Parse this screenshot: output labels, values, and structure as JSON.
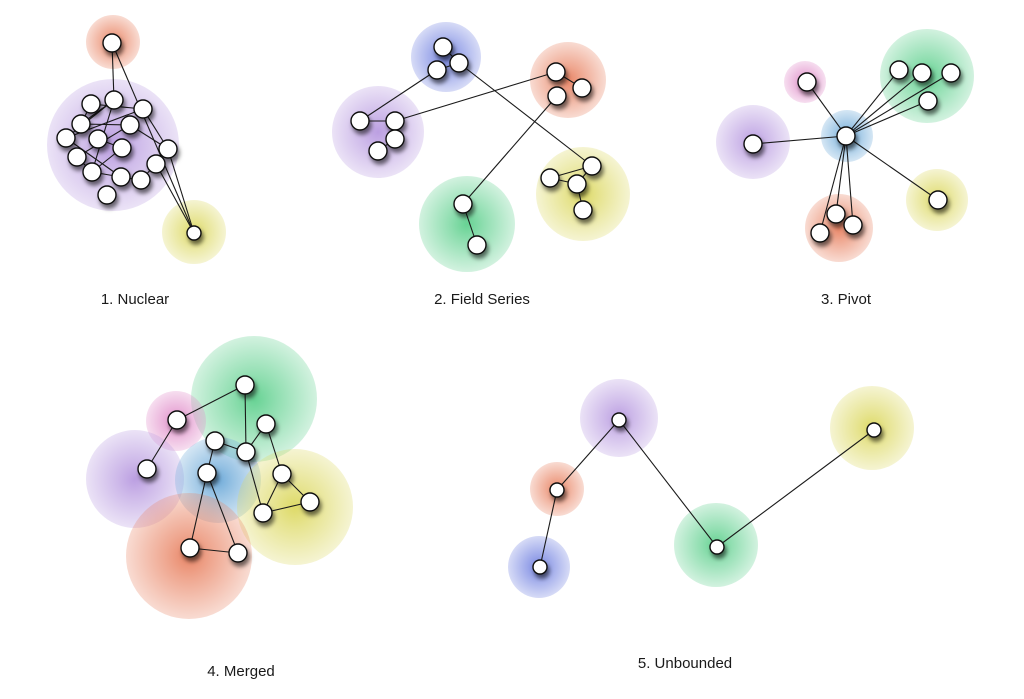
{
  "colors": {
    "red": "#e8805f",
    "blue": "#6f7fe0",
    "green": "#5fd08e",
    "yellow": "#dcd860",
    "purple": "#b89ae0",
    "pink": "#e08ac8",
    "lightblue": "#6aa8d8"
  },
  "diagrams": [
    {
      "caption": "1. Nuclear",
      "clusters": [
        {
          "color": "red"
        },
        {
          "color": "purple"
        },
        {
          "color": "yellow"
        }
      ]
    },
    {
      "caption": "2. Field Series",
      "clusters": [
        {
          "color": "blue"
        },
        {
          "color": "red"
        },
        {
          "color": "purple"
        },
        {
          "color": "yellow"
        },
        {
          "color": "green"
        }
      ]
    },
    {
      "caption": "3. Pivot",
      "clusters": [
        {
          "color": "pink"
        },
        {
          "color": "green"
        },
        {
          "color": "purple"
        },
        {
          "color": "lightblue"
        },
        {
          "color": "yellow"
        },
        {
          "color": "red"
        }
      ]
    },
    {
      "caption": "4. Merged",
      "clusters": [
        {
          "color": "green"
        },
        {
          "color": "pink"
        },
        {
          "color": "purple"
        },
        {
          "color": "lightblue"
        },
        {
          "color": "yellow"
        },
        {
          "color": "red"
        }
      ]
    },
    {
      "caption": "5. Unbounded",
      "clusters": [
        {
          "color": "purple"
        },
        {
          "color": "yellow"
        },
        {
          "color": "red"
        },
        {
          "color": "green"
        },
        {
          "color": "blue"
        }
      ]
    }
  ]
}
